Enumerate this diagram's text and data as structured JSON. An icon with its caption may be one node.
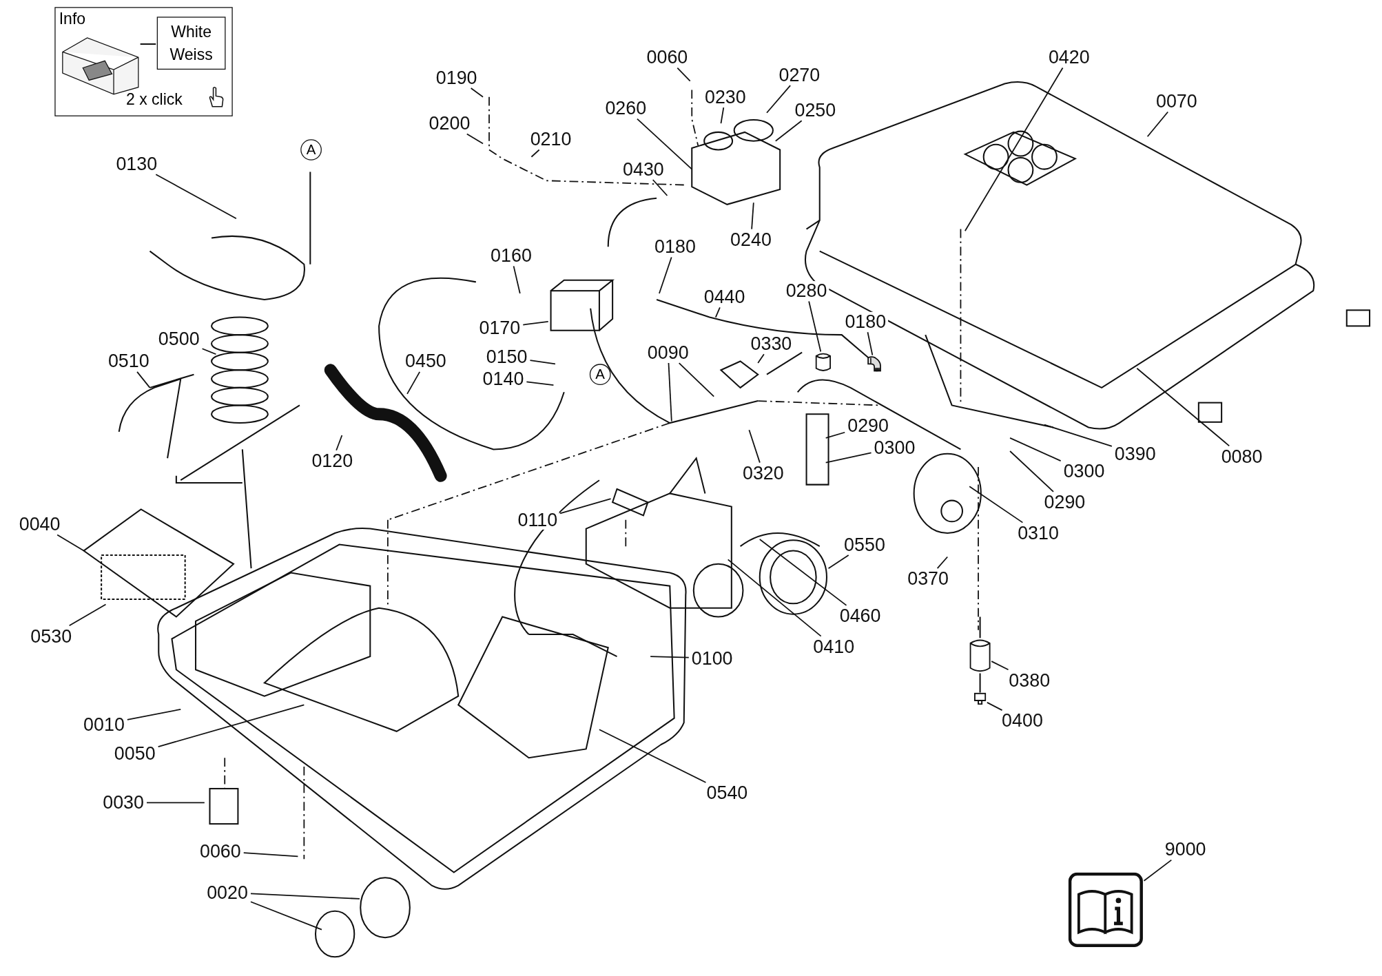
{
  "diagram": {
    "nodes": [
      {
        "text": [
          "Info",
          "2 x click"
        ]
      },
      {
        "text": [
          "White Weiss"
        ],
        "in": 0
      },
      {
        "text": [
          "0190"
        ]
      },
      {
        "text": [
          "0060"
        ]
      },
      {
        "text": [
          "0270"
        ]
      },
      {
        "text": [
          "0420"
        ]
      },
      {
        "text": [
          "0070"
        ]
      },
      {
        "text": [
          "0260"
        ]
      },
      {
        "text": [
          "0230"
        ]
      },
      {
        "text": [
          "0250"
        ]
      },
      {
        "text": [
          "0200"
        ]
      },
      {
        "text": [
          "0210"
        ]
      },
      {
        "text": [
          "0430"
        ]
      },
      {
        "text": [
          "0240"
        ]
      },
      {
        "text": [
          "0130"
        ]
      },
      {
        "text": [
          "A"
        ]
      },
      {
        "text": [
          "0160"
        ]
      },
      {
        "text": [
          "0180"
        ]
      },
      {
        "text": [
          "0440"
        ]
      },
      {
        "text": [
          "0280"
        ]
      },
      {
        "text": [
          "0180"
        ]
      },
      {
        "text": [
          "0170"
        ]
      },
      {
        "text": [
          "0500"
        ]
      },
      {
        "text": [
          "0510"
        ]
      },
      {
        "text": [
          "0330"
        ]
      },
      {
        "text": [
          "0090"
        ]
      },
      {
        "text": [
          "0150"
        ]
      },
      {
        "text": [
          "0140"
        ]
      },
      {
        "text": [
          "A"
        ]
      },
      {
        "text": [
          "0450"
        ]
      },
      {
        "text": [
          "0120"
        ]
      },
      {
        "text": [
          "0290"
        ]
      },
      {
        "text": [
          "0300"
        ]
      },
      {
        "text": [
          "0320"
        ]
      },
      {
        "text": [
          "0300"
        ]
      },
      {
        "text": [
          "0390"
        ]
      },
      {
        "text": [
          "0080"
        ]
      },
      {
        "text": [
          "0290"
        ]
      },
      {
        "text": [
          "0310"
        ]
      },
      {
        "text": [
          "0110"
        ]
      },
      {
        "text": [
          "0040"
        ]
      },
      {
        "text": [
          "0550"
        ]
      },
      {
        "text": [
          "0370"
        ]
      },
      {
        "text": [
          "0460"
        ]
      },
      {
        "text": [
          "0530"
        ]
      },
      {
        "text": [
          "0410"
        ]
      },
      {
        "text": [
          "0100"
        ]
      },
      {
        "text": [
          "0380"
        ]
      },
      {
        "text": [
          "0400"
        ]
      },
      {
        "text": [
          "0010"
        ]
      },
      {
        "text": [
          "0050"
        ]
      },
      {
        "text": [
          "0540"
        ]
      },
      {
        "text": [
          "0030"
        ]
      },
      {
        "text": [
          "0060"
        ]
      },
      {
        "text": [
          "0020"
        ]
      },
      {
        "text": [
          "9000"
        ]
      },
      {
        "text": [],
        "shape": "picture"
      },
      {
        "text": [],
        "shape": "picture"
      },
      {
        "text": [],
        "shape": "picture"
      },
      {
        "text": [],
        "shape": "picture"
      },
      {
        "text": [],
        "shape": "picture"
      }
    ],
    "edges": [
      {
        "from": 2,
        "to": null,
        "arrow": "none"
      },
      {
        "from": 3,
        "to": null,
        "arrow": "none"
      },
      {
        "from": 4,
        "to": null,
        "arrow": "none"
      },
      {
        "from": 5,
        "to": null,
        "arrow": "none"
      },
      {
        "from": 6,
        "to": null,
        "arrow": "none"
      },
      {
        "from": 7,
        "to": null,
        "arrow": "none"
      },
      {
        "from": 8,
        "to": null,
        "arrow": "none"
      },
      {
        "from": 9,
        "to": null,
        "arrow": "none"
      },
      {
        "from": 10,
        "to": null,
        "arrow": "none"
      },
      {
        "from": 11,
        "to": null,
        "arrow": "none"
      },
      {
        "from": 12,
        "to": null,
        "arrow": "none"
      },
      {
        "from": 13,
        "to": null,
        "arrow": "none"
      },
      {
        "from": 14,
        "to": null,
        "arrow": "none"
      },
      {
        "from": 16,
        "to": null,
        "arrow": "none"
      },
      {
        "from": 17,
        "to": null,
        "arrow": "none"
      },
      {
        "from": 18,
        "to": null,
        "arrow": "none"
      },
      {
        "from": 19,
        "to": 57,
        "arrow": "none"
      },
      {
        "from": 20,
        "to": 58,
        "arrow": "none"
      },
      {
        "from": 21,
        "to": null,
        "arrow": "none"
      },
      {
        "from": 22,
        "to": null,
        "arrow": "none"
      },
      {
        "from": 23,
        "to": null,
        "arrow": "none"
      },
      {
        "from": 24,
        "to": null,
        "arrow": "none"
      },
      {
        "from": 25,
        "to": null,
        "arrow": "none"
      },
      {
        "from": 25,
        "to": null,
        "arrow": "none"
      },
      {
        "from": 26,
        "to": null,
        "arrow": "none"
      },
      {
        "from": 27,
        "to": null,
        "arrow": "none"
      },
      {
        "from": 29,
        "to": null,
        "arrow": "none"
      },
      {
        "from": 30,
        "to": null,
        "arrow": "none"
      },
      {
        "from": 31,
        "to": null,
        "arrow": "none"
      },
      {
        "from": 32,
        "to": null,
        "arrow": "none"
      },
      {
        "from": 33,
        "to": null,
        "arrow": "none"
      },
      {
        "from": 34,
        "to": null,
        "arrow": "none"
      },
      {
        "from": 35,
        "to": null,
        "arrow": "none"
      },
      {
        "from": 36,
        "to": null,
        "arrow": "none"
      },
      {
        "from": 37,
        "to": null,
        "arrow": "none"
      },
      {
        "from": 38,
        "to": null,
        "arrow": "none"
      },
      {
        "from": 39,
        "to": null,
        "arrow": "none"
      },
      {
        "from": 40,
        "to": null,
        "arrow": "none"
      },
      {
        "from": 41,
        "to": null,
        "arrow": "none"
      },
      {
        "from": 42,
        "to": null,
        "arrow": "none"
      },
      {
        "from": 43,
        "to": null,
        "arrow": "none"
      },
      {
        "from": 44,
        "to": null,
        "arrow": "none"
      },
      {
        "from": 45,
        "to": null,
        "arrow": "none"
      },
      {
        "from": 46,
        "to": null,
        "arrow": "none"
      },
      {
        "from": 47,
        "to": 59,
        "arrow": "none"
      },
      {
        "from": 48,
        "to": 60,
        "arrow": "none"
      },
      {
        "from": 49,
        "to": null,
        "arrow": "none"
      },
      {
        "from": 50,
        "to": null,
        "arrow": "none"
      },
      {
        "from": 51,
        "to": null,
        "arrow": "none"
      },
      {
        "from": 52,
        "to": null,
        "arrow": "none"
      },
      {
        "from": 53,
        "to": null,
        "arrow": "none"
      },
      {
        "from": 54,
        "to": null,
        "arrow": "none"
      },
      {
        "from": 54,
        "to": null,
        "arrow": "none"
      },
      {
        "from": 55,
        "to": 56,
        "arrow": "none"
      }
    ]
  }
}
